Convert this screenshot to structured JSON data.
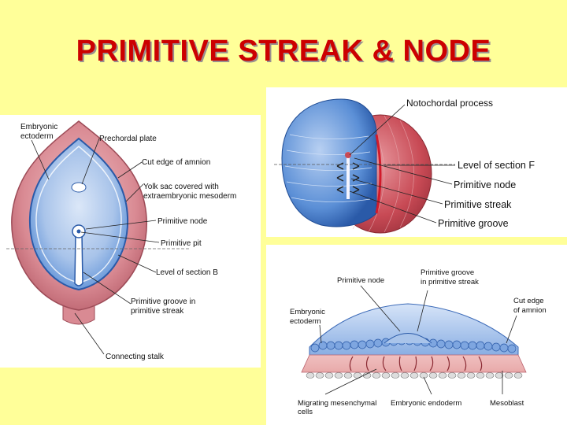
{
  "slide": {
    "title": "PRIMITIVE STREAK & NODE"
  },
  "dorsal_view_panel": {
    "labels": {
      "embryonic_ectoderm_1": "Embryonic",
      "embryonic_ectoderm_2": "ectoderm",
      "prechordal_plate": "Prechordal plate",
      "cut_edge_amnion": "Cut edge of amnion",
      "yolk_sac_1": "Yolk sac covered with",
      "yolk_sac_2": "extraembryonic mesoderm",
      "primitive_node": "Primitive node",
      "primitive_pit": "Primitive pit",
      "level_section_b": "Level of section B",
      "primitive_groove_1": "Primitive groove in",
      "primitive_groove_2": "primitive streak",
      "connecting_stalk": "Connecting stalk"
    }
  },
  "perspective_panel": {
    "labels": {
      "notochordal_process": "Notochordal process",
      "level_section_f": "Level of section F",
      "primitive_node": "Primitive node",
      "primitive_streak": "Primitive streak",
      "primitive_groove": "Primitive groove"
    }
  },
  "section_panel": {
    "labels": {
      "primitive_node": "Primitive node",
      "primitive_groove_1": "Primitive groove",
      "primitive_groove_2": "in primitive streak",
      "cut_edge_1": "Cut edge",
      "cut_edge_2": "of amnion",
      "embryonic_ectoderm_1": "Embryonic",
      "embryonic_ectoderm_2": "ectoderm",
      "migrating_1": "Migrating mesenchymal",
      "migrating_2": "cells",
      "embryonic_endoderm": "Embryonic endoderm",
      "mesoblast": "Mesoblast"
    }
  },
  "colors": {
    "background": "#ffff99",
    "title": "#cc0000",
    "amnion_pink": "#d98a93",
    "ectoderm_blue": "#5b8fd6",
    "endoderm_red": "#c84a55"
  }
}
